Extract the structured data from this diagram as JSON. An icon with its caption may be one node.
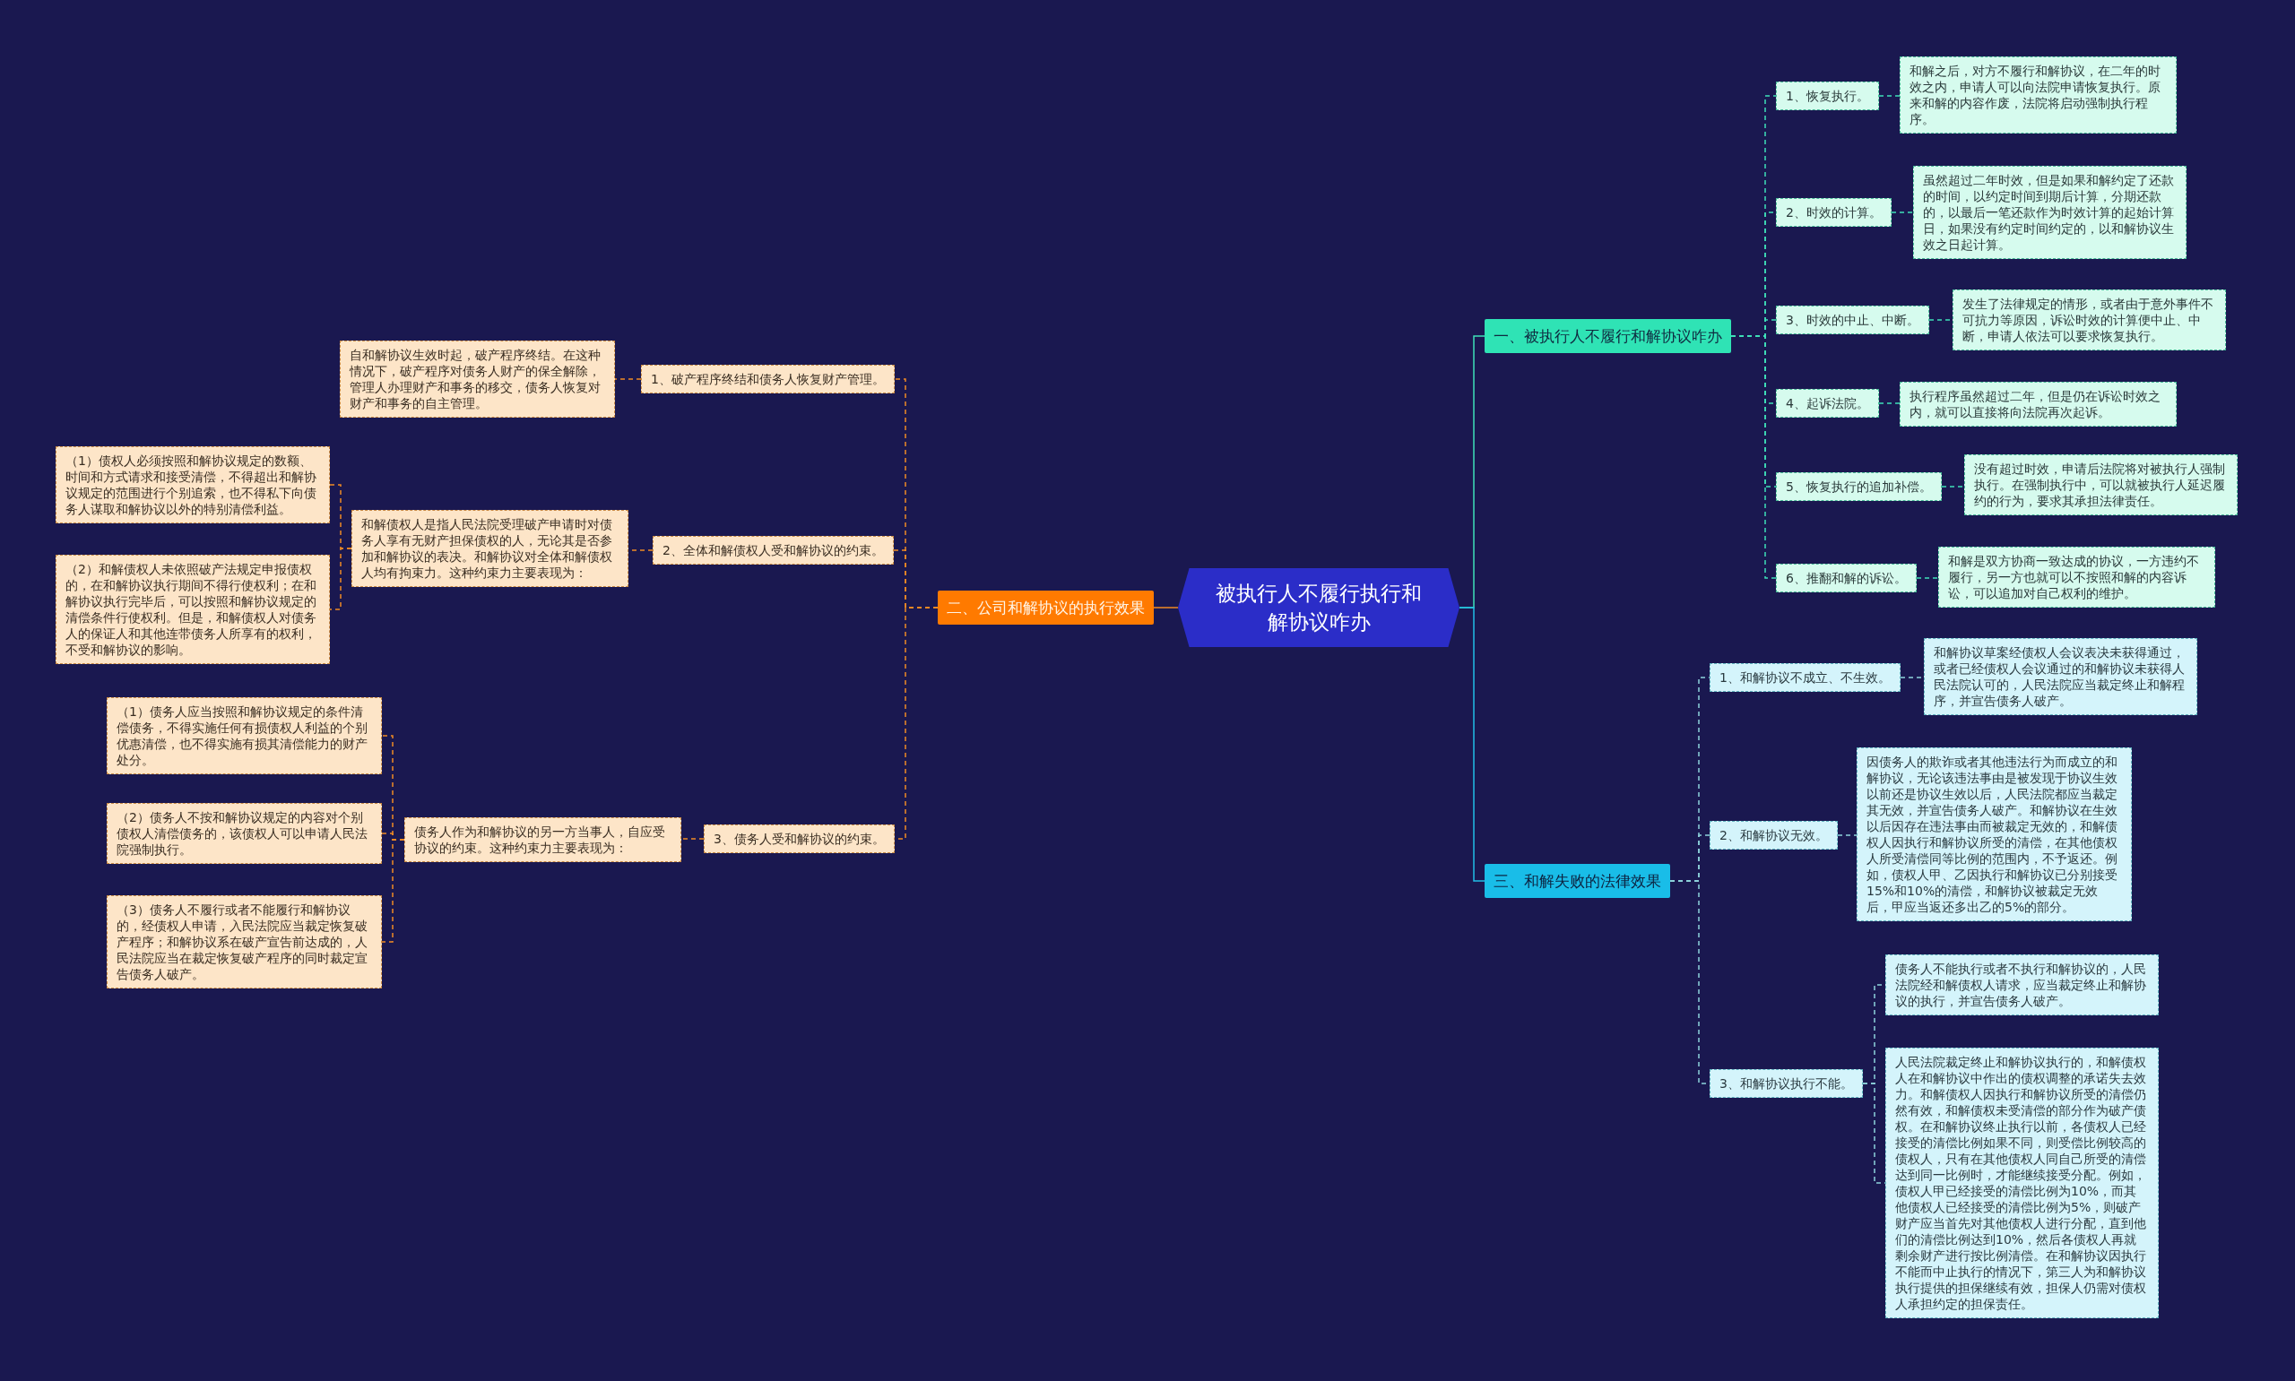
{
  "diagram": {
    "nodes": [
      {
        "text": [
          "被执行人不履行执行和解协议咋办"
        ]
      },
      {
        "text": [
          "一、被执行人不履行和解协议咋办"
        ]
      },
      {
        "text": [
          "1、恢复执行。"
        ]
      },
      {
        "text": [
          "和解之后，对方不履行和解协议，在二年的时效之内，申请人可以向法院申请恢复执行。原来和解的内容作废，法院将启动强制执行程序。"
        ]
      },
      {
        "text": [
          "2、时效的计算。"
        ]
      },
      {
        "text": [
          "虽然超过二年时效，但是如果和解约定了还款的时间，以约定时间到期后计算，分期还款的，以最后一笔还款作为时效计算的起始计算日，如果没有约定时间约定的，以和解协议生效之日起计算。"
        ]
      },
      {
        "text": [
          "3、时效的中止、中断。"
        ]
      },
      {
        "text": [
          "发生了法律规定的情形，或者由于意外事件不可抗力等原因，诉讼时效的计算便中止、中断，申请人依法可以要求恢复执行。"
        ]
      },
      {
        "text": [
          "4、起诉法院。"
        ]
      },
      {
        "text": [
          "执行程序虽然超过二年，但是仍在诉讼时效之内，就可以直接将向法院再次起诉。"
        ]
      },
      {
        "text": [
          "5、恢复执行的追加补偿。"
        ]
      },
      {
        "text": [
          "没有超过时效，申请后法院将对被执行人强制执行。在强制执行中，可以就被执行人延迟履约的行为，要求其承担法律责任。"
        ]
      },
      {
        "text": [
          "6、推翻和解的诉讼。"
        ]
      },
      {
        "text": [
          "和解是双方协商一致达成的协议，一方违约不履行，另一方也就可以不按照和解的内容诉讼，可以追加对自己权利的维护。"
        ]
      },
      {
        "text": [
          "二、公司和解协议的执行效果"
        ]
      },
      {
        "text": [
          "1、破产程序终结和债务人恢复财产管理。"
        ]
      },
      {
        "text": [
          "自和解协议生效时起，破产程序终结。在这种情况下，破产程序对债务人财产的保全解除，管理人办理财产和事务的移交，债务人恢复对财产和事务的自主管理。"
        ]
      },
      {
        "text": [
          "2、全体和解债权人受和解协议的约束。"
        ]
      },
      {
        "text": [
          "和解债权人是指人民法院受理破产申请时对债务人享有无财产担保债权的人，无论其是否参加和解协议的表决。和解协议对全体和解债权人均有拘束力。这种约束力主要表现为："
        ]
      },
      {
        "text": [
          "（1）债权人必须按照和解协议规定的数额、时间和方式请求和接受清偿，不得超出和解协议规定的范围进行个别追索，也不得私下向债务人谋取和解协议以外的特别清偿利益。"
        ]
      },
      {
        "text": [
          "（2）和解债权人未依照破产法规定申报债权的，在和解协议执行期间不得行使权利；在和解协议执行完毕后，可以按照和解协议规定的清偿条件行使权利。但是，和解债权人对债务人的保证人和其他连带债务人所享有的权利，不受和解协议的影响。"
        ]
      },
      {
        "text": [
          "3、债务人受和解协议的约束。"
        ]
      },
      {
        "text": [
          "债务人作为和解协议的另一方当事人，自应受协议的约束。这种约束力主要表现为："
        ]
      },
      {
        "text": [
          "（1）债务人应当按照和解协议规定的条件清偿债务，不得实施任何有损债权人利益的个别优惠清偿，也不得实施有损其清偿能力的财产处分。"
        ]
      },
      {
        "text": [
          "（2）债务人不按和解协议规定的内容对个别债权人清偿债务的，该债权人可以申请人民法院强制执行。"
        ]
      },
      {
        "text": [
          "（3）债务人不履行或者不能履行和解协议的，经债权人申请，入民法院应当裁定恢复破产程序；和解协议系在破产宣告前达成的，人民法院应当在裁定恢复破产程序的同时裁定宣告债务人破产。"
        ]
      },
      {
        "text": [
          "三、和解失败的法律效果"
        ]
      },
      {
        "text": [
          "1、和解协议不成立、不生效。"
        ]
      },
      {
        "text": [
          "和解协议草案经债权人会议表决未获得通过，或者已经债权人会议通过的和解协议未获得人民法院认可的，人民法院应当裁定终止和解程序，并宣告债务人破产。"
        ]
      },
      {
        "text": [
          "2、和解协议无效。"
        ]
      },
      {
        "text": [
          "因债务人的欺诈或者其他违法行为而成立的和解协议，无论该违法事由是被发现于协议生效以前还是协议生效以后，人民法院都应当裁定其无效，并宣告债务人破产。和解协议在生效以后因存在违法事由而被裁定无效的，和解债权人因执行和解协议所受的清偿，在其他债权人所受清偿同等比例的范围内，不予返还。例如，债权人甲、乙因执行和解协议已分别接受15%和10%的清偿，和解协议被裁定无效后，甲应当返还多出乙的5%的部分。"
        ]
      },
      {
        "text": [
          "3、和解协议执行不能。"
        ]
      },
      {
        "text": [
          "债务人不能执行或者不执行和解协议的，人民法院经和解债权人请求，应当裁定终止和解协议的执行，并宣告债务人破产。"
        ]
      },
      {
        "text": [
          "人民法院裁定终止和解协议执行的，和解债权人在和解协议中作出的债权调整的承诺失去效力。和解债权人因执行和解协议所受的清偿仍然有效，和解债权未受清偿的部分作为破产债权。在和解协议终止执行以前，各债权人已经接受的清偿比例如果不同，则受偿比例较高的债权人，只有在其他债权人同自己所受的清偿达到同一比例时，才能继续接受分配。例如，债权人甲已经接受的清偿比例为10%，而其他债权人已经接受的清偿比例为5%，则破产财产应当首先对其他债权人进行分配，直到他们的清偿比例达到10%，然后各债权人再就剩余财产进行按比例清偿。在和解协议因执行不能而中止执行的情况下，第三人为和解协议执行提供的担保继续有效，担保人仍需对债权人承担约定的担保责任。"
        ]
      }
    ],
    "edges": [
      {
        "from": 0,
        "to": 1,
        "arrow": "none",
        "color": "#3fe0b8"
      },
      {
        "from": 1,
        "to": 2,
        "arrow": "none",
        "color": "#3fe0b8",
        "style": "dashed"
      },
      {
        "from": 2,
        "to": 3,
        "arrow": "none",
        "color": "#3fe0b8",
        "style": "dashed"
      },
      {
        "from": 1,
        "to": 4,
        "arrow": "none",
        "color": "#3fe0b8",
        "style": "dashed"
      },
      {
        "from": 4,
        "to": 5,
        "arrow": "none",
        "color": "#3fe0b8",
        "style": "dashed"
      },
      {
        "from": 1,
        "to": 6,
        "arrow": "none",
        "color": "#3fe0b8",
        "style": "dashed"
      },
      {
        "from": 6,
        "to": 7,
        "arrow": "none",
        "color": "#3fe0b8",
        "style": "dashed"
      },
      {
        "from": 1,
        "to": 8,
        "arrow": "none",
        "color": "#3fe0b8",
        "style": "dashed"
      },
      {
        "from": 8,
        "to": 9,
        "arrow": "none",
        "color": "#3fe0b8",
        "style": "dashed"
      },
      {
        "from": 1,
        "to": 10,
        "arrow": "none",
        "color": "#3fe0b8",
        "style": "dashed"
      },
      {
        "from": 10,
        "to": 11,
        "arrow": "none",
        "color": "#3fe0b8",
        "style": "dashed"
      },
      {
        "from": 1,
        "to": 12,
        "arrow": "none",
        "color": "#3fe0b8",
        "style": "dashed"
      },
      {
        "from": 12,
        "to": 13,
        "arrow": "none",
        "color": "#3fe0b8",
        "style": "dashed"
      },
      {
        "from": 0,
        "to": 14,
        "arrow": "none",
        "color": "#f08a24"
      },
      {
        "from": 14,
        "to": 15,
        "arrow": "none",
        "color": "#f08a24",
        "style": "dashed"
      },
      {
        "from": 15,
        "to": 16,
        "arrow": "none",
        "color": "#f08a24",
        "style": "dashed"
      },
      {
        "from": 14,
        "to": 17,
        "arrow": "none",
        "color": "#f08a24",
        "style": "dashed"
      },
      {
        "from": 17,
        "to": 18,
        "arrow": "none",
        "color": "#f08a24",
        "style": "dashed"
      },
      {
        "from": 18,
        "to": 19,
        "arrow": "none",
        "color": "#f08a24",
        "style": "dashed"
      },
      {
        "from": 18,
        "to": 20,
        "arrow": "none",
        "color": "#f08a24",
        "style": "dashed"
      },
      {
        "from": 14,
        "to": 21,
        "arrow": "none",
        "color": "#f08a24",
        "style": "dashed"
      },
      {
        "from": 21,
        "to": 22,
        "arrow": "none",
        "color": "#f08a24",
        "style": "dashed"
      },
      {
        "from": 22,
        "to": 23,
        "arrow": "none",
        "color": "#f08a24",
        "style": "dashed"
      },
      {
        "from": 22,
        "to": 24,
        "arrow": "none",
        "color": "#f08a24",
        "style": "dashed"
      },
      {
        "from": 22,
        "to": 25,
        "arrow": "none",
        "color": "#f08a24",
        "style": "dashed"
      },
      {
        "from": 0,
        "to": 26,
        "arrow": "none",
        "color": "#22bde6"
      },
      {
        "from": 26,
        "to": 27,
        "arrow": "none",
        "color": "#8fd3dc",
        "style": "dashed"
      },
      {
        "from": 27,
        "to": 28,
        "arrow": "none",
        "color": "#8fd3dc",
        "style": "dashed"
      },
      {
        "from": 26,
        "to": 29,
        "arrow": "none",
        "color": "#8fd3dc",
        "style": "dashed"
      },
      {
        "from": 29,
        "to": 30,
        "arrow": "none",
        "color": "#8fd3dc",
        "style": "dashed"
      },
      {
        "from": 26,
        "to": 31,
        "arrow": "none",
        "color": "#8fd3dc",
        "style": "dashed"
      },
      {
        "from": 31,
        "to": 32,
        "arrow": "none",
        "color": "#8fd3dc",
        "style": "dashed"
      },
      {
        "from": 31,
        "to": 33,
        "arrow": "none",
        "color": "#8fd3dc",
        "style": "dashed"
      }
    ]
  }
}
